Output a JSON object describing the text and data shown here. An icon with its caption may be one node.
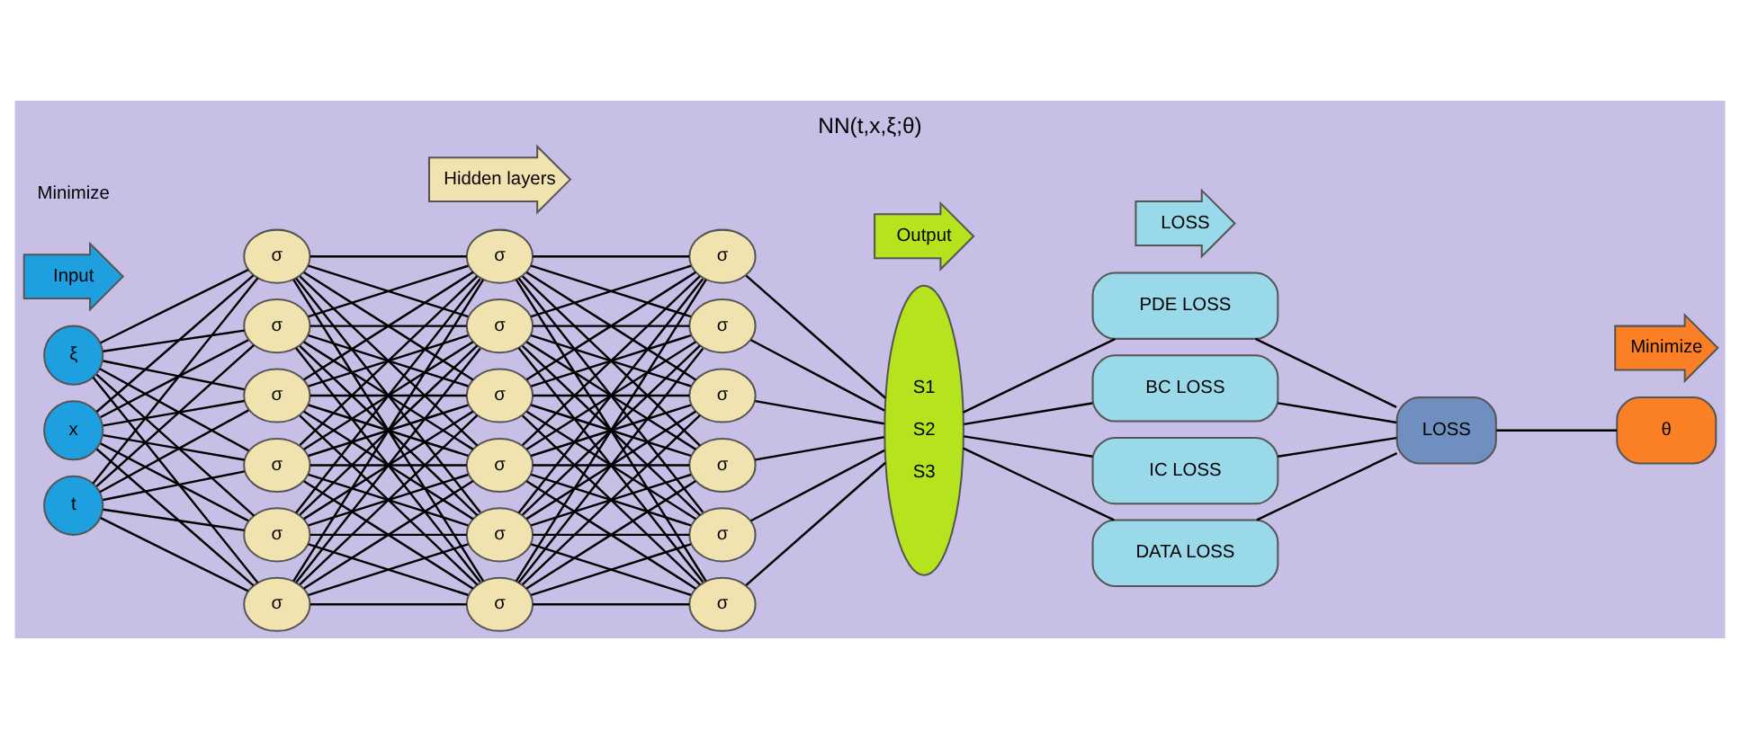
{
  "diagram": {
    "title": "NN(t,x,ξ;θ)",
    "nodes": [
      {
        "text": [
          "ξ"
        ]
      },
      {
        "text": [
          "x"
        ]
      },
      {
        "text": [
          "t"
        ]
      },
      {
        "text": [
          "σ"
        ]
      },
      {
        "text": [
          "σ"
        ]
      },
      {
        "text": [
          "σ"
        ]
      },
      {
        "text": [
          "σ"
        ]
      },
      {
        "text": [
          "σ"
        ]
      },
      {
        "text": [
          "σ"
        ]
      },
      {
        "text": [
          "σ"
        ]
      },
      {
        "text": [
          "σ"
        ]
      },
      {
        "text": [
          "σ"
        ]
      },
      {
        "text": [
          "σ"
        ]
      },
      {
        "text": [
          "σ"
        ]
      },
      {
        "text": [
          "σ"
        ]
      },
      {
        "text": [
          "σ"
        ]
      },
      {
        "text": [
          "σ"
        ]
      },
      {
        "text": [
          "σ"
        ]
      },
      {
        "text": [
          "σ"
        ]
      },
      {
        "text": [
          "σ"
        ]
      },
      {
        "text": [
          "σ"
        ]
      },
      {
        "text": [
          "S1",
          "S2",
          "S3"
        ]
      },
      {
        "text": [
          "PDE LOSS"
        ]
      },
      {
        "text": [
          "BC LOSS"
        ]
      },
      {
        "text": [
          "IC LOSS"
        ]
      },
      {
        "text": [
          "DATA LOSS"
        ]
      },
      {
        "text": [
          "LOSS"
        ]
      },
      {
        "text": [
          "θ"
        ]
      },
      {
        "text": [
          "Input"
        ]
      },
      {
        "text": [
          "Hidden layers"
        ]
      },
      {
        "text": [
          "Output"
        ]
      },
      {
        "text": [
          "LOSS"
        ]
      },
      {
        "text": [
          "Minimize"
        ]
      }
    ],
    "edges": [
      {
        "from": 0,
        "to": 3,
        "arrow": "none"
      },
      {
        "from": 0,
        "to": 4,
        "arrow": "none"
      },
      {
        "from": 0,
        "to": 5,
        "arrow": "none"
      },
      {
        "from": 0,
        "to": 6,
        "arrow": "none"
      },
      {
        "from": 0,
        "to": 7,
        "arrow": "none"
      },
      {
        "from": 0,
        "to": 8,
        "arrow": "none"
      },
      {
        "from": 1,
        "to": 3,
        "arrow": "none"
      },
      {
        "from": 1,
        "to": 4,
        "arrow": "none"
      },
      {
        "from": 1,
        "to": 5,
        "arrow": "none"
      },
      {
        "from": 1,
        "to": 6,
        "arrow": "none"
      },
      {
        "from": 1,
        "to": 7,
        "arrow": "none"
      },
      {
        "from": 1,
        "to": 8,
        "arrow": "none"
      },
      {
        "from": 2,
        "to": 3,
        "arrow": "none"
      },
      {
        "from": 2,
        "to": 4,
        "arrow": "none"
      },
      {
        "from": 2,
        "to": 5,
        "arrow": "none"
      },
      {
        "from": 2,
        "to": 6,
        "arrow": "none"
      },
      {
        "from": 2,
        "to": 7,
        "arrow": "none"
      },
      {
        "from": 2,
        "to": 8,
        "arrow": "none"
      },
      {
        "from": 3,
        "to": 9,
        "arrow": "none"
      },
      {
        "from": 3,
        "to": 10,
        "arrow": "none"
      },
      {
        "from": 3,
        "to": 11,
        "arrow": "none"
      },
      {
        "from": 3,
        "to": 12,
        "arrow": "none"
      },
      {
        "from": 3,
        "to": 13,
        "arrow": "none"
      },
      {
        "from": 3,
        "to": 14,
        "arrow": "none"
      },
      {
        "from": 4,
        "to": 9,
        "arrow": "none"
      },
      {
        "from": 4,
        "to": 10,
        "arrow": "none"
      },
      {
        "from": 4,
        "to": 11,
        "arrow": "none"
      },
      {
        "from": 4,
        "to": 12,
        "arrow": "none"
      },
      {
        "from": 4,
        "to": 13,
        "arrow": "none"
      },
      {
        "from": 4,
        "to": 14,
        "arrow": "none"
      },
      {
        "from": 5,
        "to": 9,
        "arrow": "none"
      },
      {
        "from": 5,
        "to": 10,
        "arrow": "none"
      },
      {
        "from": 5,
        "to": 11,
        "arrow": "none"
      },
      {
        "from": 5,
        "to": 12,
        "arrow": "none"
      },
      {
        "from": 5,
        "to": 13,
        "arrow": "none"
      },
      {
        "from": 5,
        "to": 14,
        "arrow": "none"
      },
      {
        "from": 6,
        "to": 9,
        "arrow": "none"
      },
      {
        "from": 6,
        "to": 10,
        "arrow": "none"
      },
      {
        "from": 6,
        "to": 11,
        "arrow": "none"
      },
      {
        "from": 6,
        "to": 12,
        "arrow": "none"
      },
      {
        "from": 6,
        "to": 13,
        "arrow": "none"
      },
      {
        "from": 6,
        "to": 14,
        "arrow": "none"
      },
      {
        "from": 7,
        "to": 9,
        "arrow": "none"
      },
      {
        "from": 7,
        "to": 10,
        "arrow": "none"
      },
      {
        "from": 7,
        "to": 11,
        "arrow": "none"
      },
      {
        "from": 7,
        "to": 12,
        "arrow": "none"
      },
      {
        "from": 7,
        "to": 13,
        "arrow": "none"
      },
      {
        "from": 7,
        "to": 14,
        "arrow": "none"
      },
      {
        "from": 8,
        "to": 9,
        "arrow": "none"
      },
      {
        "from": 8,
        "to": 10,
        "arrow": "none"
      },
      {
        "from": 8,
        "to": 11,
        "arrow": "none"
      },
      {
        "from": 8,
        "to": 12,
        "arrow": "none"
      },
      {
        "from": 8,
        "to": 13,
        "arrow": "none"
      },
      {
        "from": 8,
        "to": 14,
        "arrow": "none"
      },
      {
        "from": 9,
        "to": 15,
        "arrow": "none"
      },
      {
        "from": 9,
        "to": 16,
        "arrow": "none"
      },
      {
        "from": 9,
        "to": 17,
        "arrow": "none"
      },
      {
        "from": 9,
        "to": 18,
        "arrow": "none"
      },
      {
        "from": 9,
        "to": 19,
        "arrow": "none"
      },
      {
        "from": 9,
        "to": 20,
        "arrow": "none"
      },
      {
        "from": 10,
        "to": 15,
        "arrow": "none"
      },
      {
        "from": 10,
        "to": 16,
        "arrow": "none"
      },
      {
        "from": 10,
        "to": 17,
        "arrow": "none"
      },
      {
        "from": 10,
        "to": 18,
        "arrow": "none"
      },
      {
        "from": 10,
        "to": 19,
        "arrow": "none"
      },
      {
        "from": 10,
        "to": 20,
        "arrow": "none"
      },
      {
        "from": 11,
        "to": 15,
        "arrow": "none"
      },
      {
        "from": 11,
        "to": 16,
        "arrow": "none"
      },
      {
        "from": 11,
        "to": 17,
        "arrow": "none"
      },
      {
        "from": 11,
        "to": 18,
        "arrow": "none"
      },
      {
        "from": 11,
        "to": 19,
        "arrow": "none"
      },
      {
        "from": 11,
        "to": 20,
        "arrow": "none"
      },
      {
        "from": 12,
        "to": 15,
        "arrow": "none"
      },
      {
        "from": 12,
        "to": 16,
        "arrow": "none"
      },
      {
        "from": 12,
        "to": 17,
        "arrow": "none"
      },
      {
        "from": 12,
        "to": 18,
        "arrow": "none"
      },
      {
        "from": 12,
        "to": 19,
        "arrow": "none"
      },
      {
        "from": 12,
        "to": 20,
        "arrow": "none"
      },
      {
        "from": 13,
        "to": 15,
        "arrow": "none"
      },
      {
        "from": 13,
        "to": 16,
        "arrow": "none"
      },
      {
        "from": 13,
        "to": 17,
        "arrow": "none"
      },
      {
        "from": 13,
        "to": 18,
        "arrow": "none"
      },
      {
        "from": 13,
        "to": 19,
        "arrow": "none"
      },
      {
        "from": 13,
        "to": 20,
        "arrow": "none"
      },
      {
        "from": 14,
        "to": 15,
        "arrow": "none"
      },
      {
        "from": 14,
        "to": 16,
        "arrow": "none"
      },
      {
        "from": 14,
        "to": 17,
        "arrow": "none"
      },
      {
        "from": 14,
        "to": 18,
        "arrow": "none"
      },
      {
        "from": 14,
        "to": 19,
        "arrow": "none"
      },
      {
        "from": 14,
        "to": 20,
        "arrow": "none"
      },
      {
        "from": 15,
        "to": 21,
        "arrow": "none"
      },
      {
        "from": 16,
        "to": 21,
        "arrow": "none"
      },
      {
        "from": 17,
        "to": 21,
        "arrow": "none"
      },
      {
        "from": 18,
        "to": 21,
        "arrow": "none"
      },
      {
        "from": 19,
        "to": 21,
        "arrow": "none"
      },
      {
        "from": 20,
        "to": 21,
        "arrow": "none"
      },
      {
        "from": 21,
        "to": 22,
        "arrow": "none"
      },
      {
        "from": 21,
        "to": 23,
        "arrow": "none"
      },
      {
        "from": 21,
        "to": 24,
        "arrow": "none"
      },
      {
        "from": 21,
        "to": 25,
        "arrow": "none"
      },
      {
        "from": 22,
        "to": 26,
        "arrow": "none"
      },
      {
        "from": 23,
        "to": 26,
        "arrow": "none"
      },
      {
        "from": 24,
        "to": 26,
        "arrow": "none"
      },
      {
        "from": 25,
        "to": 26,
        "arrow": "none"
      },
      {
        "from": 26,
        "to": 27,
        "arrow": "none"
      }
    ],
    "labels": [
      "Minimize"
    ]
  }
}
